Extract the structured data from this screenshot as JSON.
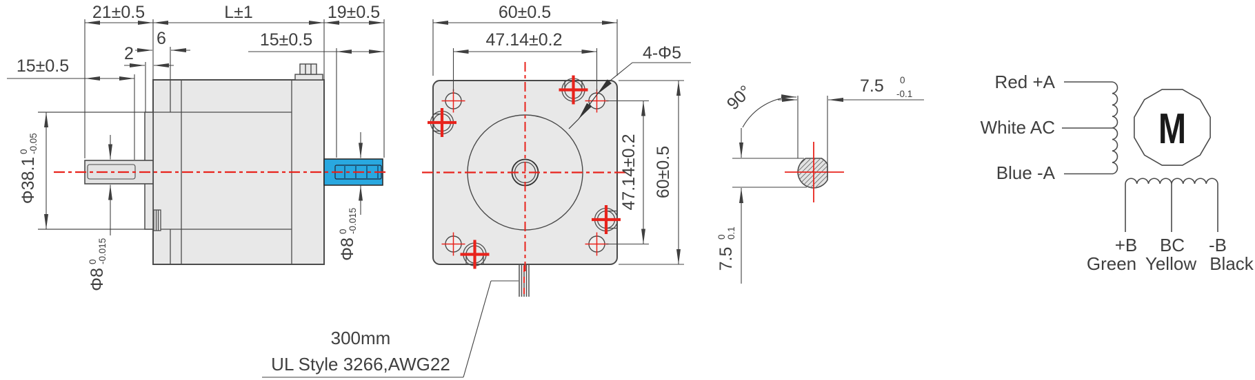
{
  "colors": {
    "outline": "#4a4a4a",
    "dimension_text": "#3f3f3f",
    "centerline_red": "#e8231c",
    "body_fill": "#e8e8e8",
    "rear_shaft_blue": "#29a8e0"
  },
  "side_view": {
    "dim_front_shaft_length": "21±0.5",
    "dim_body_length": "L±1",
    "dim_rear_shaft_length": "19±0.5",
    "dim_front_flat_length": "15±0.5",
    "dim_rear_flat_length": "15±0.5",
    "dim_boss_protrusion": "2",
    "dim_flange_thickness": "6",
    "dia_pilot_boss": {
      "main": "Φ38.1",
      "upper": "0",
      "lower": "-0.05"
    },
    "dia_front_shaft": {
      "main": "Φ8",
      "upper": "0",
      "lower": "-0.015"
    },
    "dia_rear_shaft": {
      "main": "Φ8",
      "upper": "0",
      "lower": "-0.015"
    }
  },
  "front_view": {
    "dim_width": "60±0.5",
    "dim_hole_spacing_horizontal": "47.14±0.2",
    "dim_hole_spacing_vertical": "47.14±0.2",
    "dim_height": "60±0.5",
    "label_mounting_holes": "4-Φ5"
  },
  "shaft_section": {
    "angle": "90°",
    "dim_flat_width": {
      "main": "7.5",
      "upper": "0",
      "lower": "-0.1"
    },
    "dim_flat_height": {
      "main": "7.5",
      "upper": "0",
      "lower": "0.1"
    }
  },
  "cable_note": {
    "length": "300mm",
    "spec": "UL Style 3266,AWG22"
  },
  "wiring_diagram": {
    "motor_symbol": "M",
    "phase_a_leads": [
      "Red +A",
      "White AC",
      "Blue -A"
    ],
    "phase_b_terminals": [
      "+B",
      "BC",
      "-B"
    ],
    "phase_b_colors": [
      "Green",
      "Yellow",
      "Black"
    ]
  }
}
